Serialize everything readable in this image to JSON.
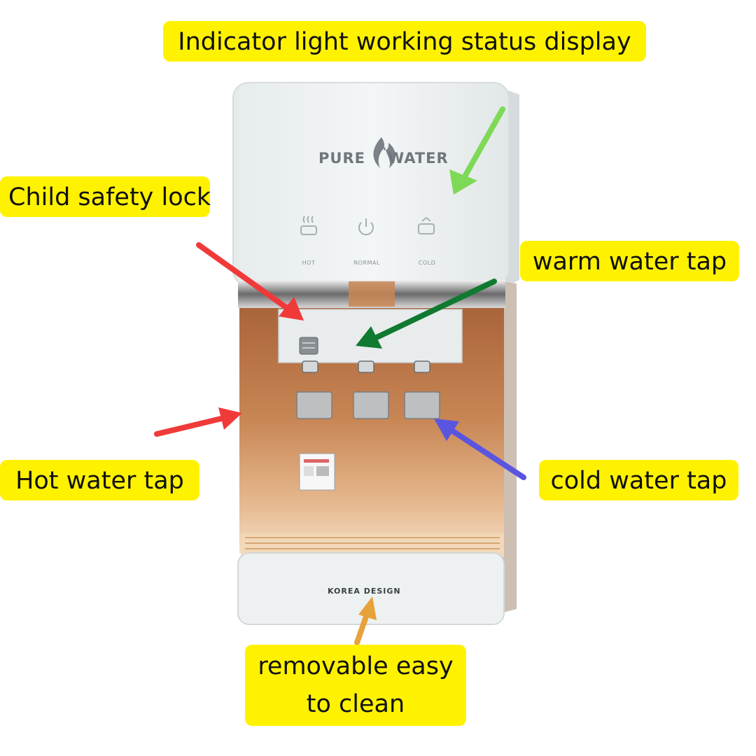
{
  "labels": {
    "indicator": "Indicator light working status display",
    "child_lock": "Child safety lock",
    "warm_tap": "warm water tap",
    "hot_tap": "Hot water tap",
    "cold_tap": "cold water tap",
    "tray_line1": "removable easy",
    "tray_line2": "to clean"
  },
  "product": {
    "brand_left": "PURE",
    "brand_right": "WATER",
    "button_hot": "HOT",
    "button_normal": "NORMAL",
    "button_cold": "COLD",
    "footer": "KOREA DESIGN"
  },
  "colors": {
    "label_bg": "#fff200",
    "arrow_green_light": "#7ed957",
    "arrow_red": "#f03a3a",
    "arrow_green_dark": "#0f7a30",
    "arrow_blue": "#5a55e0",
    "arrow_orange": "#e8a23a",
    "body_copper": "#c07a45"
  }
}
